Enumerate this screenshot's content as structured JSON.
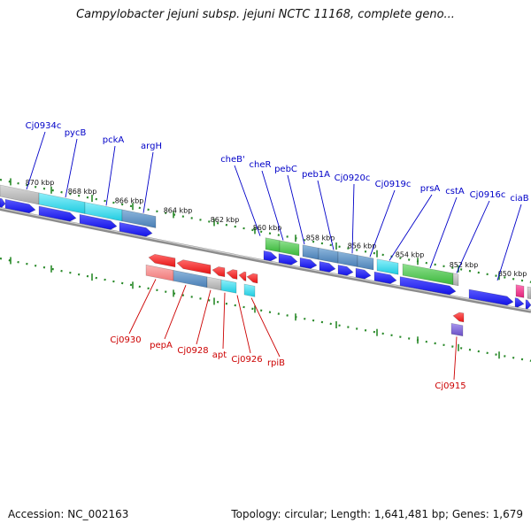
{
  "title": "Campylobacter jejuni subsp. jejuni NCTC 11168, complete geno...",
  "footer": {
    "accession": "Accession: NC_002163",
    "summary": "Topology: circular; Length: 1,641,481 bp; Genes: 1,679"
  },
  "ruler_labels": [
    "870 kbp",
    "868 kbp",
    "866 kbp",
    "864 kbp",
    "862 kbp",
    "860 kbp",
    "858 kbp",
    "856 kbp",
    "854 kbp",
    "852 kbp",
    "850 kbp"
  ],
  "forward_gene_labels": [
    "Cj0934c",
    "pycB",
    "pckA",
    "argH",
    "cheB'",
    "cheR",
    "pebC",
    "peb1A",
    "Cj0920c",
    "Cj0919c",
    "prsA",
    "cstA",
    "Cj0916c",
    "ciaB"
  ],
  "reverse_gene_labels": [
    "Cj0930",
    "pepA",
    "Cj0928",
    "apt",
    "Cj0926",
    "rpiB",
    "Cj0915"
  ],
  "colors": {
    "forward_label": "#0000c8",
    "reverse_label": "#cc0000",
    "forward_cds": "#1414e6",
    "reverse_cds": "#e61414",
    "backbone": "#8c8c8c",
    "ruler": "#2a8a2a",
    "cog_cyan": "#1ecbe0",
    "cog_steelblue": "#4a7fb5",
    "cog_green": "#3cb83c",
    "cog_grey": "#a8a8a8",
    "cog_pink": "#f07878",
    "cog_magenta": "#e0227a",
    "cog_purple": "#6a4fc4"
  }
}
